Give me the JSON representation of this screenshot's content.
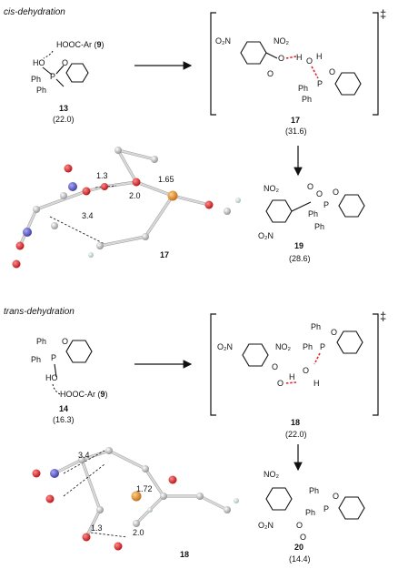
{
  "top": {
    "section_label": "cis-dehydration",
    "reactant": {
      "label": "13",
      "energy": "(22.0)",
      "acid": "HOOC-Ar (",
      "acid_num": "9",
      "acid_close": ")",
      "ho": "HO",
      "ph1": "Ph",
      "ph2": "Ph",
      "p": "P",
      "o": "O"
    },
    "ts": {
      "label": "17",
      "energy": "(31.6)",
      "dagger": "‡",
      "no2a": "O₂N",
      "no2b": "NO₂",
      "o": "O",
      "h": "H",
      "ph1": "Ph",
      "ph2": "Ph",
      "p": "P"
    },
    "product": {
      "label": "19",
      "energy": "(28.6)",
      "no2a": "NO₂",
      "no2b": "O₂N",
      "o": "O",
      "ph1": "Ph",
      "ph2": "Ph",
      "p": "P"
    },
    "model": {
      "label": "17",
      "d1": "1.3",
      "d2": "2.0",
      "d3": "1.65",
      "d4": "3.4"
    }
  },
  "bottom": {
    "section_label": "trans-dehydration",
    "reactant": {
      "label": "14",
      "energy": "(16.3)",
      "acid": "HOOC-Ar (",
      "acid_num": "9",
      "acid_close": ")",
      "ho": "HO",
      "ph1": "Ph",
      "ph2": "Ph",
      "p": "P",
      "o": "O"
    },
    "ts": {
      "label": "18",
      "energy": "(22.0)",
      "dagger": "‡",
      "no2a": "O₂N",
      "no2b": "NO₂",
      "o": "O",
      "h": "H",
      "ph1": "Ph",
      "ph2": "Ph",
      "p": "P"
    },
    "product": {
      "label": "20",
      "energy": "(14.4)",
      "no2a": "NO₂",
      "no2b": "O₂N",
      "o": "O",
      "ph1": "Ph",
      "ph2": "Ph",
      "p": "P"
    },
    "model": {
      "label": "18",
      "d1": "3.4",
      "d2": "1.72",
      "d3": "1.3",
      "d4": "2.0"
    }
  }
}
